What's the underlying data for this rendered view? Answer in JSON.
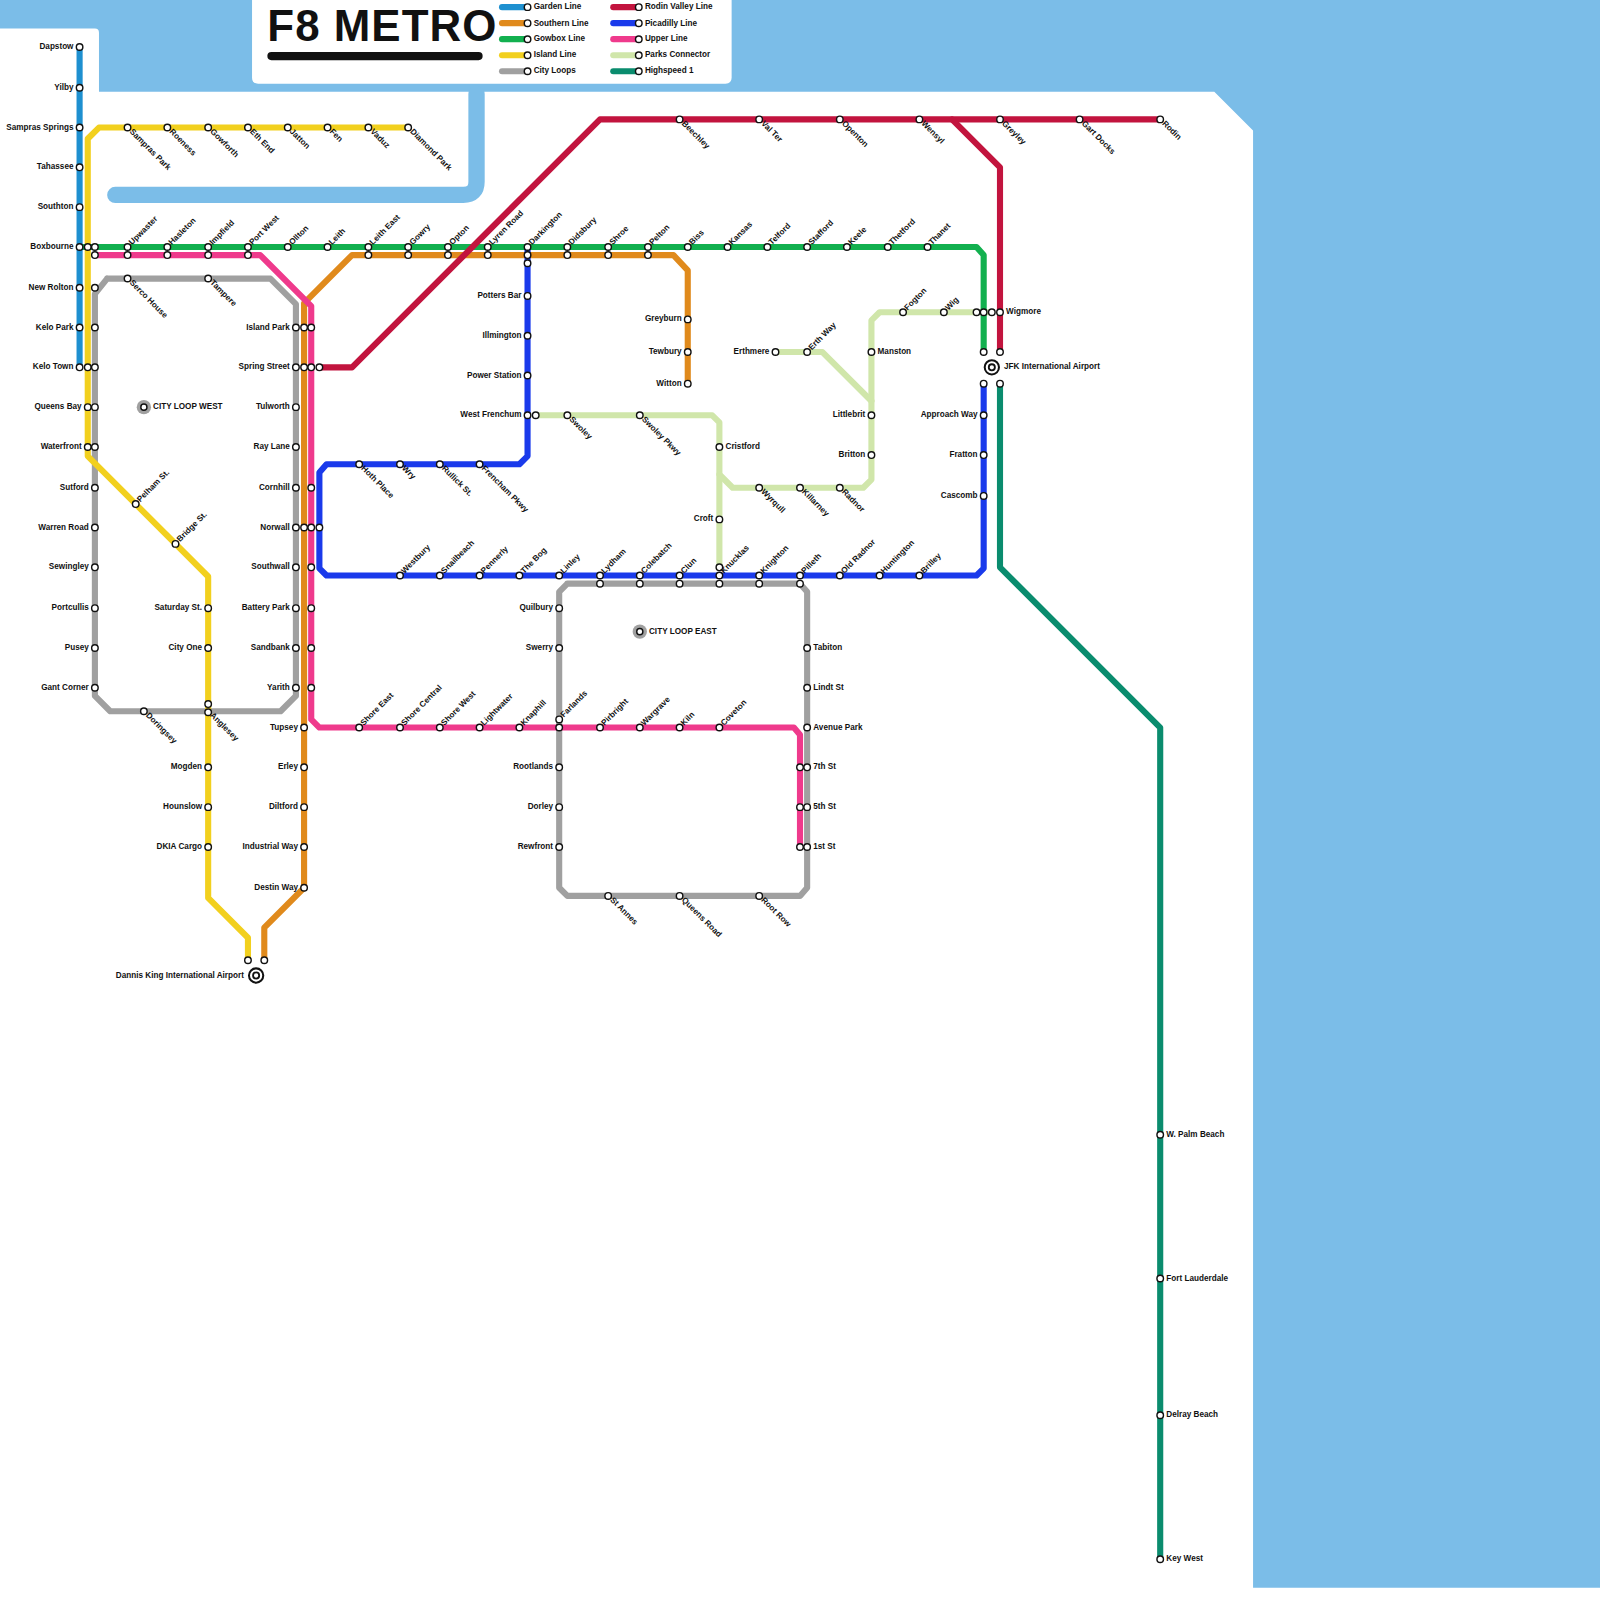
{
  "diagram": {
    "title": "F8 METRO",
    "labels": [
      "Dapstow",
      "Yilby",
      "Sampras Springs",
      "Tahassee",
      "Southton",
      "Boxbourne",
      "New Rolton",
      "Kelo Park",
      "Kelo Town",
      "Queens Bay",
      "Waterfront",
      "Sutford",
      "Warren Road",
      "Sewingley",
      "Portcullis",
      "Pusey",
      "Gant Corner",
      "Sampras Park",
      "Roeness",
      "Gowforth",
      "Eth End",
      "Jatton",
      "Fen",
      "Vaduz",
      "Diamond Park",
      "Pelham St.",
      "Bridge St.",
      "Saturday St.",
      "City One",
      "Anglesey",
      "Mogden",
      "Hounslow",
      "DKIA Cargo",
      "Doringsey",
      "Serco House",
      "Tampere",
      "CITY LOOP WEST",
      "Upwaster",
      "Hasleton",
      "Impfield",
      "Port West",
      "Ollton",
      "Leith",
      "Leith East",
      "Gowry",
      "Opton",
      "Lyren Road",
      "Darkington",
      "Didsbury",
      "Shroe",
      "Pelton",
      "Biss",
      "Kansas",
      "Telford",
      "Stafford",
      "Keele",
      "Thetford",
      "Thanet",
      "Island Park",
      "Spring Street",
      "Tulworth",
      "Ray Lane",
      "Cornhill",
      "Norwall",
      "Southwall",
      "Battery Park",
      "Sandbank",
      "Yarith",
      "Tupsey",
      "Erley",
      "Diltford",
      "Industrial Way",
      "Destin Way",
      "Dannis King International Airport",
      "Shore East",
      "Shore Central",
      "Shore West",
      "Lightwater",
      "Knaphill",
      "Farlands",
      "Pirbright",
      "Wargrave",
      "Kiln",
      "Coveton",
      "Quilbury",
      "Swerry",
      "Rootlands",
      "Dorley",
      "Rewfront",
      "Tabiton",
      "Lindt St",
      "Avenue Park",
      "7th St",
      "5th St",
      "1st St",
      "St Annes",
      "Queens Road",
      "Root Row",
      "CITY LOOP EAST",
      "Potters Bar",
      "Illmington",
      "Power Station",
      "West Frenchum",
      "Hoth Place",
      "Wry",
      "Rullick St.",
      "Frencham Pkwy",
      "Westbury",
      "Snailbeach",
      "Pennerly",
      "The Bog",
      "Linley",
      "Lydham",
      "Colebatch",
      "Clun",
      "Knucklas",
      "Knighton",
      "Pilleth",
      "Old Radnor",
      "Huntington",
      "Brilley",
      "Approach Way",
      "Fratton",
      "Cascomb",
      "Greyburn",
      "Tewbury",
      "Witton",
      "Swoley",
      "Swoley Pkwy",
      "Cristford",
      "Croft",
      "Wyrqull",
      "Killarney",
      "Radnor",
      "Britton",
      "Littlebrit",
      "Manston",
      "Fogton",
      "Wig",
      "Wigmore",
      "Erthmere",
      "Erth Way",
      "Beechley",
      "Val Ter",
      "Openton",
      "Wensyl",
      "Greyley",
      "Gart Docks",
      "Rodin",
      "JFK International Airport",
      "W. Palm Beach",
      "Fort Lauderdale",
      "Delray Beach",
      "Key West"
    ],
    "legend": [
      {
        "text": "Garden Line",
        "color": "#1e90d0"
      },
      {
        "text": "Southern Line",
        "color": "#e08a1c"
      },
      {
        "text": "Gowbox Line",
        "color": "#12b04f"
      },
      {
        "text": "Island Line",
        "color": "#f2d01e"
      },
      {
        "text": "City Loops",
        "color": "#a0a0a0"
      },
      {
        "text": "Rodin Valley Line",
        "color": "#c2143e"
      },
      {
        "text": "Picadilly Line",
        "color": "#1a3aeb"
      },
      {
        "text": "Upper Line",
        "color": "#ef3a8c"
      },
      {
        "text": "Parks Connector",
        "color": "#d0e6aa"
      },
      {
        "text": "Highspeed 1",
        "color": "#0a8c6e"
      }
    ]
  }
}
